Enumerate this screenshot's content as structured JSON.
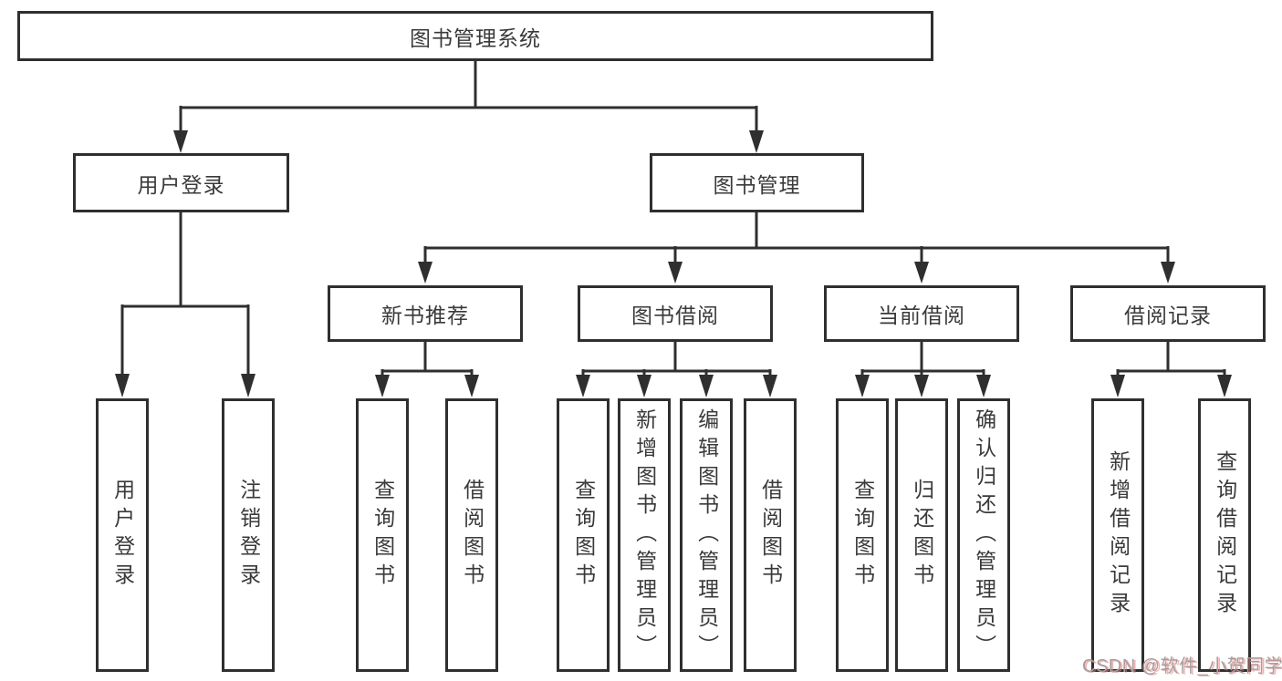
{
  "diagram": {
    "type": "hierarchy-tree",
    "root": {
      "label": "图书管理系统"
    },
    "level2": [
      {
        "label": "用户登录"
      },
      {
        "label": "图书管理"
      }
    ],
    "level3": [
      {
        "label": "新书推荐",
        "parent": "图书管理"
      },
      {
        "label": "图书借阅",
        "parent": "图书管理"
      },
      {
        "label": "当前借阅",
        "parent": "图书管理"
      },
      {
        "label": "借阅记录",
        "parent": "图书管理"
      }
    ],
    "leaves": {
      "user_login": [
        "用户登录",
        "注销登录"
      ],
      "new_book": [
        "查询图书",
        "借阅图书"
      ],
      "book_borrow": [
        "查询图书",
        "新增图书（管理员）",
        "编辑图书（管理员）",
        "借阅图书"
      ],
      "current_borrow": [
        "查询图书",
        "归还图书",
        "确认归还（管理员）"
      ],
      "borrow_record": [
        "新增借阅记录",
        "查询借阅记录"
      ]
    },
    "watermark": "CSDN @软件_小贺同学",
    "colors": {
      "line": "#2f2f2f",
      "box_border": "#2f2f2f",
      "box_fill": "#ffffff",
      "text": "#3a3a3a",
      "watermark_gray": "#a0a0a0",
      "watermark_red_shadow": "#fc6e6e",
      "background": "#ffffff"
    }
  }
}
